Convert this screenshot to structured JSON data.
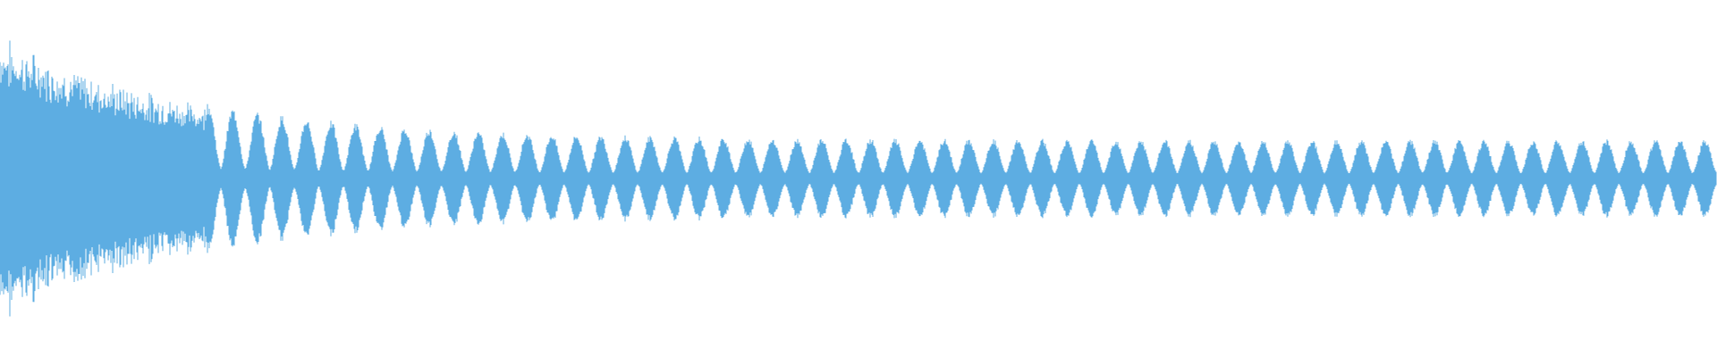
{
  "waveform": {
    "color": "#5dade2",
    "background": "#ffffff",
    "envelope": {
      "initial_peak": 0.82,
      "decay_to": 0.22,
      "pulse_count": 70
    }
  }
}
